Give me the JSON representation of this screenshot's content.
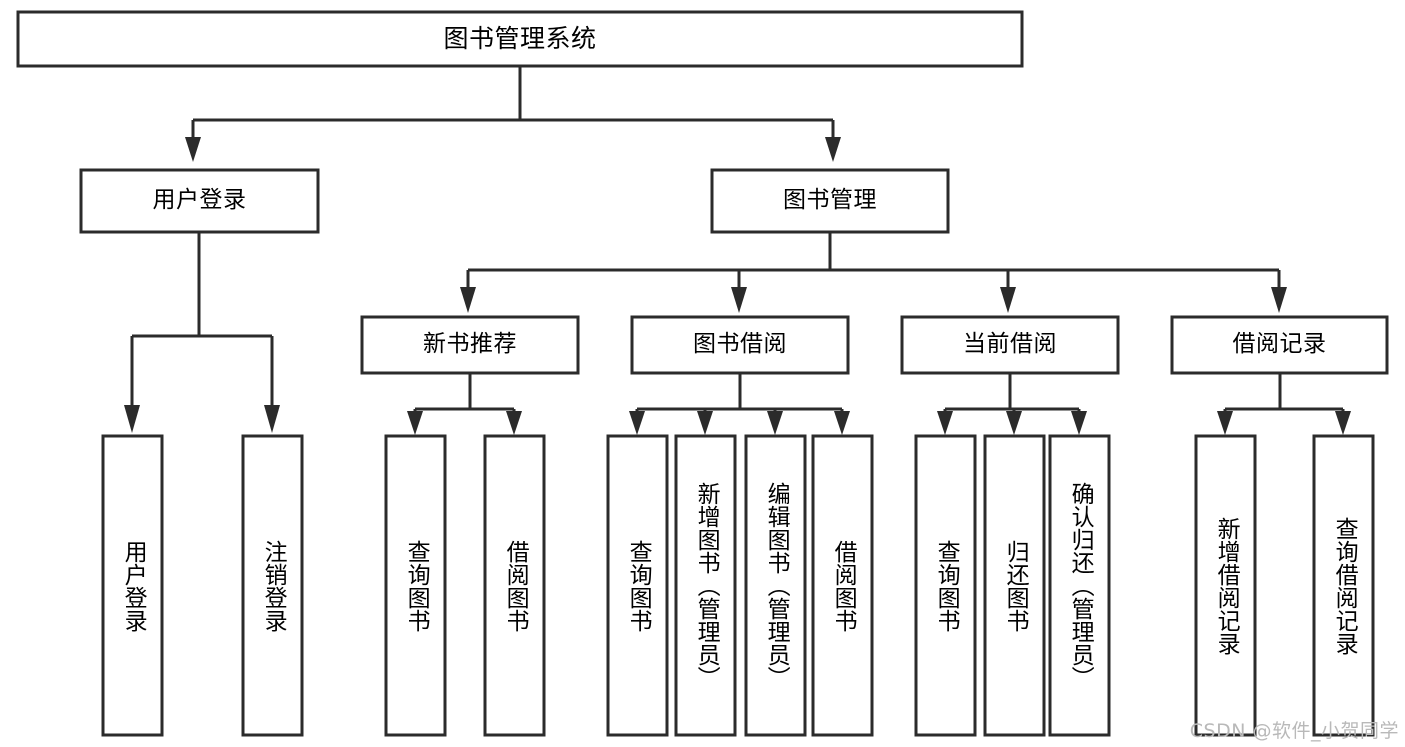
{
  "diagram": {
    "type": "hierarchy-tree",
    "title": "图书管理系统",
    "background_color": "#ffffff",
    "line_color": "#2b2b2b",
    "text_color": "#000000",
    "watermark": "CSDN @软件_小贺同学",
    "levels": {
      "root": {
        "label": "图书管理系统"
      },
      "level2": [
        {
          "label": "用户登录"
        },
        {
          "label": "图书管理"
        }
      ],
      "level3": [
        {
          "label": "新书推荐"
        },
        {
          "label": "图书借阅"
        },
        {
          "label": "当前借阅"
        },
        {
          "label": "借阅记录"
        }
      ],
      "leaves": {
        "user_login": [
          {
            "label": "用户登录"
          },
          {
            "label": "注销登录"
          }
        ],
        "new_book_recommend": [
          {
            "label": "查询图书"
          },
          {
            "label": "借阅图书"
          }
        ],
        "book_borrow": [
          {
            "label": "查询图书"
          },
          {
            "label": "新增图书（管理员）"
          },
          {
            "label": "编辑图书（管理员）"
          },
          {
            "label": "借阅图书"
          }
        ],
        "current_borrow": [
          {
            "label": "查询图书"
          },
          {
            "label": "归还图书"
          },
          {
            "label": "确认归还（管理员）"
          }
        ],
        "borrow_record": [
          {
            "label": "新增借阅记录"
          },
          {
            "label": "查询借阅记录"
          }
        ]
      }
    }
  }
}
